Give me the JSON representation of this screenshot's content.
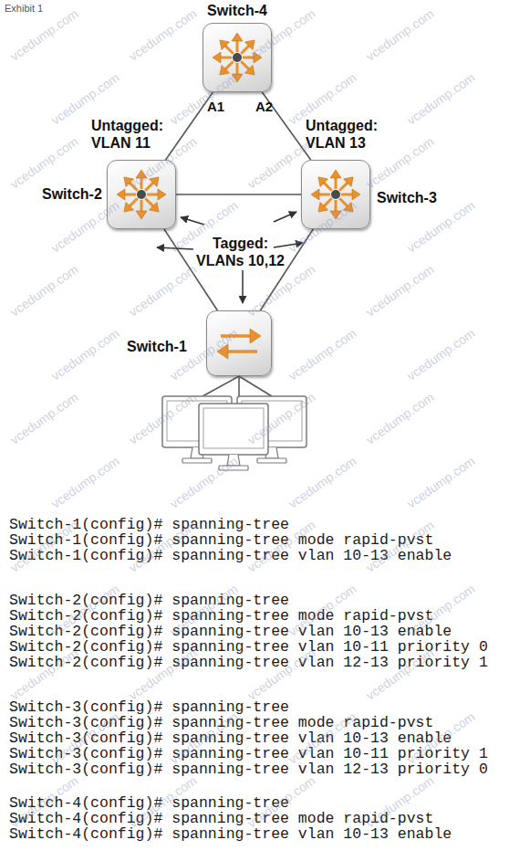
{
  "diagram": {
    "nodes": [
      {
        "text": [
          "Switch-4"
        ]
      },
      {
        "text": [
          "Switch-2"
        ]
      },
      {
        "text": [
          "Switch-3"
        ]
      },
      {
        "text": [
          "Switch-1"
        ]
      }
    ],
    "edges": [
      {
        "from": 0,
        "to": 1,
        "arrow": "none",
        "label": "Untagged: VLAN 11"
      },
      {
        "from": 0,
        "to": 2,
        "arrow": "none",
        "label": "Untagged: VLAN 13"
      },
      {
        "from": 1,
        "to": 2,
        "arrow": "none"
      },
      {
        "from": 1,
        "to": 3,
        "arrow": "none"
      },
      {
        "from": 2,
        "to": 3,
        "arrow": "none"
      }
    ],
    "labels": [
      "Exhibit 1",
      "A1",
      "A2",
      "Tagged: VLANs 10,12",
      "Switch-1(config)# spanning-tree",
      "Switch-1(config)# spanning-tree mode rapid-pvst",
      "Switch-1(config)# spanning-tree vlan 10-13 enable",
      "Switch-2(config)# spanning-tree",
      "Switch-2(config)# spanning-tree mode rapid-pvst",
      "Switch-2(config)# spanning-tree vlan 10-13 enable",
      "Switch-2(config)# spanning-tree vlan 10-11 priority 0",
      "Switch-2(config)# spanning-tree vlan 12-13 priority 1",
      "Switch-3(config)# spanning-tree",
      "Switch-3(config)# spanning-tree mode rapid-pvst",
      "Switch-3(config)# spanning-tree vlan 10-13 enable",
      "Switch-3(config)# spanning-tree vlan 10-11 priority 1",
      "Switch-3(config)# spanning-tree vlan 12-13 priority 0",
      "Switch-4(config)# spanning-tree",
      "Switch-4(config)# spanning-tree mode rapid-pvst",
      "Switch-4(config)# spanning-tree vlan 10-13 enable",
      "vcedump.com",
      "vcedump.com",
      "vcedump.com",
      "vcedump.com",
      "vcedump.com",
      "vcedump.com",
      "vcedump.com",
      "vcedump.com",
      "vcedump.com",
      "vcedump.com",
      "vcedump.com",
      "vcedump.com",
      "vcedump.com",
      "vcedump.com",
      "vcedump.com",
      "vcedump.com",
      "vcedump.com",
      "vcedump.com",
      "vcedump.com",
      "vcedump.com",
      "vcedump.com",
      "vcedump.com",
      "vcedump.com",
      "vcedump.com",
      "vcedump.com",
      "vcedump.com",
      "vcedump.com",
      "vcedump.com",
      "vcedump.com",
      "vcedump.com",
      "vcedump.com",
      "vcedump.com",
      "vcedump.com",
      "vcedump.com",
      "vcedump.com",
      "vcedump.com",
      "vcedump.com",
      "vcedump.com",
      "vcedump.com",
      "vcedump.com",
      "vcedump.com",
      "vcedump.com",
      "vcedump.com",
      "vcedump.com",
      "vcedump.com",
      "vcedump.com",
      "vcedump.com",
      "vcedump.com",
      "vcedump.com",
      "vcedump.com",
      "vcedump.com",
      "vcedump.com"
    ]
  }
}
